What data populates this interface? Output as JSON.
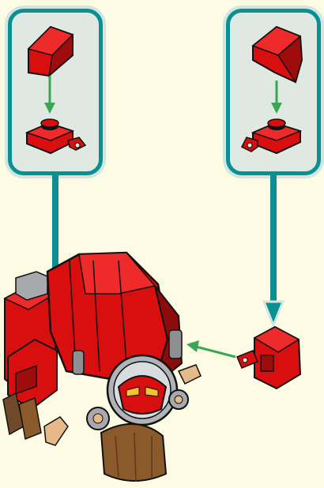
{
  "page": {
    "background": "#fdfbe4"
  },
  "colors": {
    "callout_border": "#0b8f92",
    "callout_fill": "#dfe9e1",
    "arrow_green": "#3aa655",
    "brick_red": "#d90f0f",
    "brick_dark_red": "#8e0b0b",
    "gray": "#8d8f93",
    "tan": "#e6b98a",
    "brown": "#8a5a2b"
  },
  "callouts": [
    {
      "id": "left",
      "parts": [
        "red-wedge-slope-piece",
        "red-clip-plate-piece"
      ],
      "arrow": "green-down-arrow",
      "leader": "teal-leader-line"
    },
    {
      "id": "right",
      "parts": [
        "red-wedge-slope-piece",
        "red-clip-plate-piece"
      ],
      "arrow": "green-down-arrow",
      "leader": "teal-leader-line"
    }
  ],
  "main_model": {
    "description_icon": "red-lego-robot-build",
    "attached_part": "red-clip-brick-right"
  }
}
